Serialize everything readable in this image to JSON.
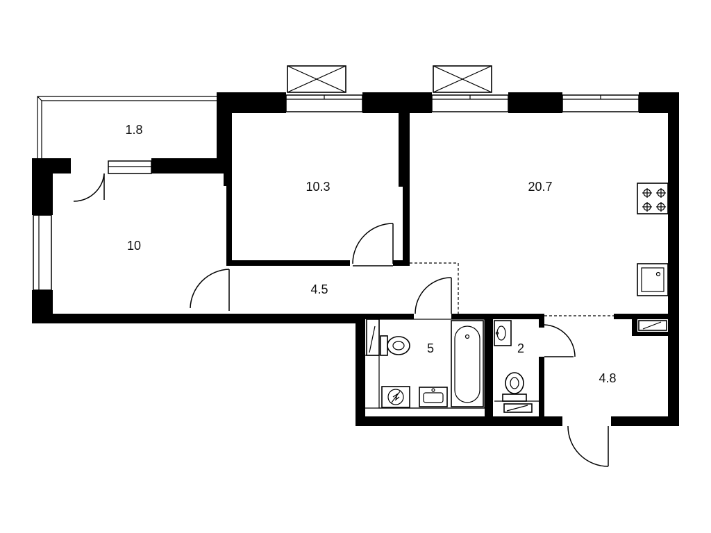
{
  "rooms": [
    {
      "id": "loggia",
      "area": "1.8"
    },
    {
      "id": "bedroom",
      "area": "10"
    },
    {
      "id": "bedroom-2",
      "area": "10.3"
    },
    {
      "id": "kitchen-living",
      "area": "20.7"
    },
    {
      "id": "corridor",
      "area": "4.5"
    },
    {
      "id": "bathroom",
      "area": "5"
    },
    {
      "id": "toilet",
      "area": "2"
    },
    {
      "id": "hallway",
      "area": "4.8"
    }
  ],
  "colors": {
    "wall": "#000000",
    "background": "#ffffff",
    "label": "#111111"
  }
}
